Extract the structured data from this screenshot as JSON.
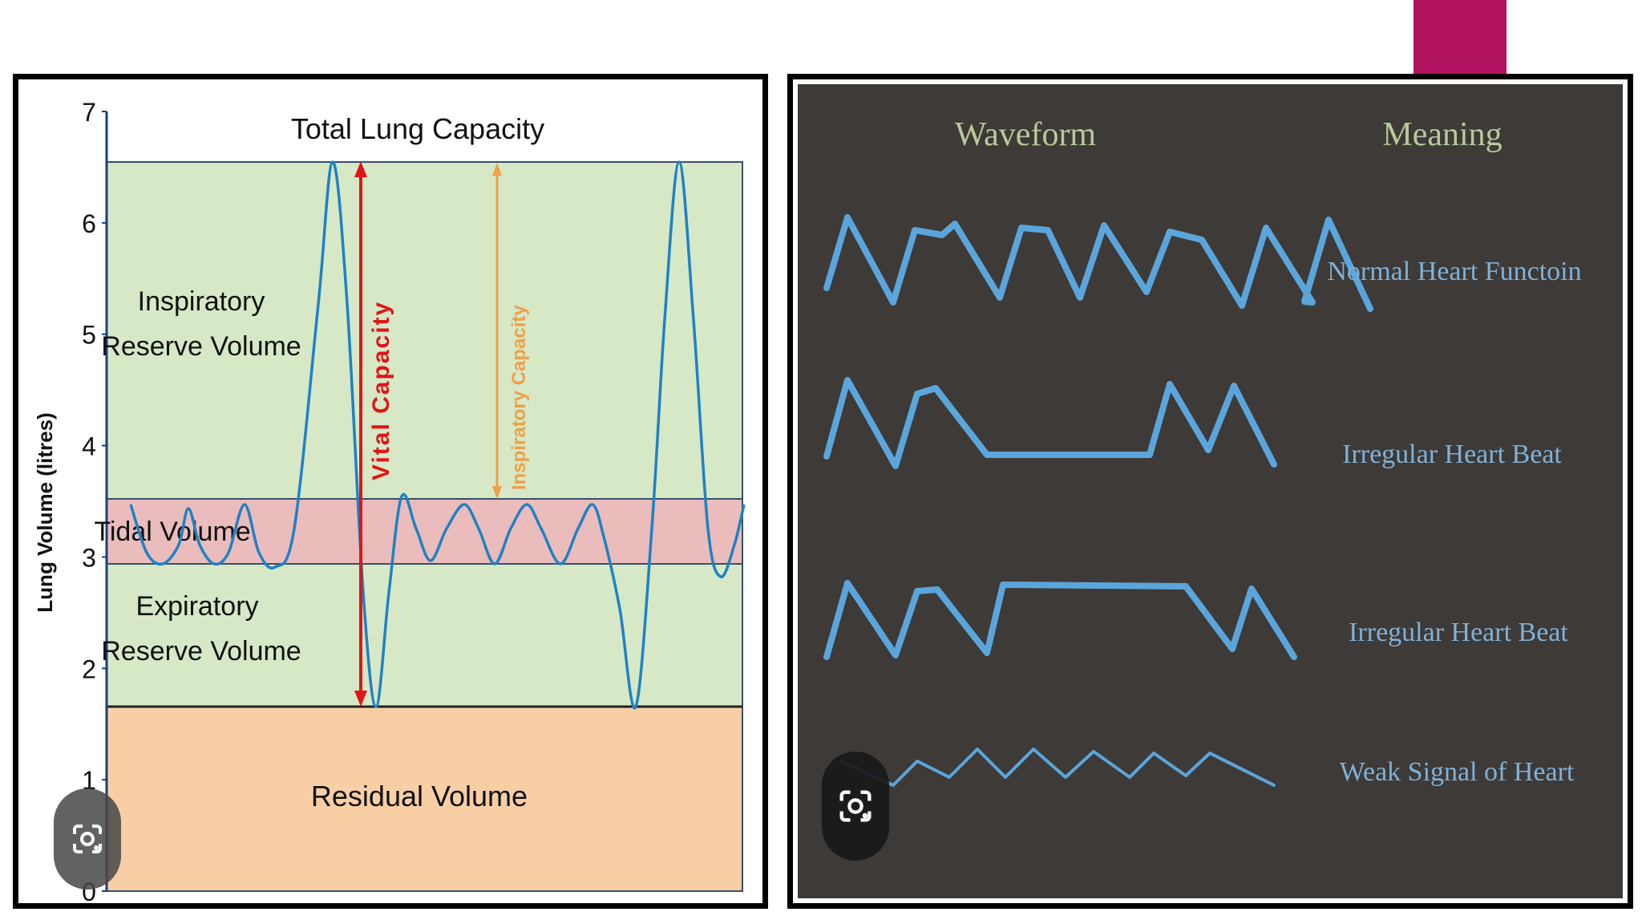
{
  "accent_color": "#b0125f",
  "left": {
    "y_axis_label": "Lung Volume (litres)",
    "y_ticks": [
      "0",
      "1",
      "2",
      "3",
      "4",
      "5",
      "6",
      "7"
    ],
    "regions": {
      "total_lung_capacity": "Total Lung Capacity",
      "inspiratory_reserve_1": "Inspiratory",
      "inspiratory_reserve_2": "Reserve Volume",
      "tidal_volume": "Tidal Volume",
      "expiratory_reserve_1": "Expiratory",
      "expiratory_reserve_2": "Reserve Volume",
      "residual_volume": "Residual Volume"
    },
    "arrows": {
      "vital_capacity": "Vital Capacity",
      "inspiratory_capacity": "Inspiratory Capacity"
    },
    "colors": {
      "green": "#d6e8c6",
      "pink": "#ebbcbc",
      "peach": "#f8cfa5",
      "curve": "#1f82c4",
      "vital": "#e01616",
      "inspiratory": "#f0a048"
    },
    "icon": "google-lens-icon"
  },
  "right": {
    "headers": {
      "waveform": "Waveform",
      "meaning": "Meaning"
    },
    "rows": [
      {
        "meaning": "Normal Heart Functoin"
      },
      {
        "meaning": "Irregular  Heart Beat"
      },
      {
        "meaning": "Irregular  Heart Beat"
      },
      {
        "meaning": "Weak Signal of Heart"
      }
    ],
    "colors": {
      "background": "#3e3a37",
      "header_text": "#b8c99a",
      "meaning_text": "#7fb1d8",
      "wave": "#5aa6dc"
    },
    "icon": "google-lens-icon"
  }
}
